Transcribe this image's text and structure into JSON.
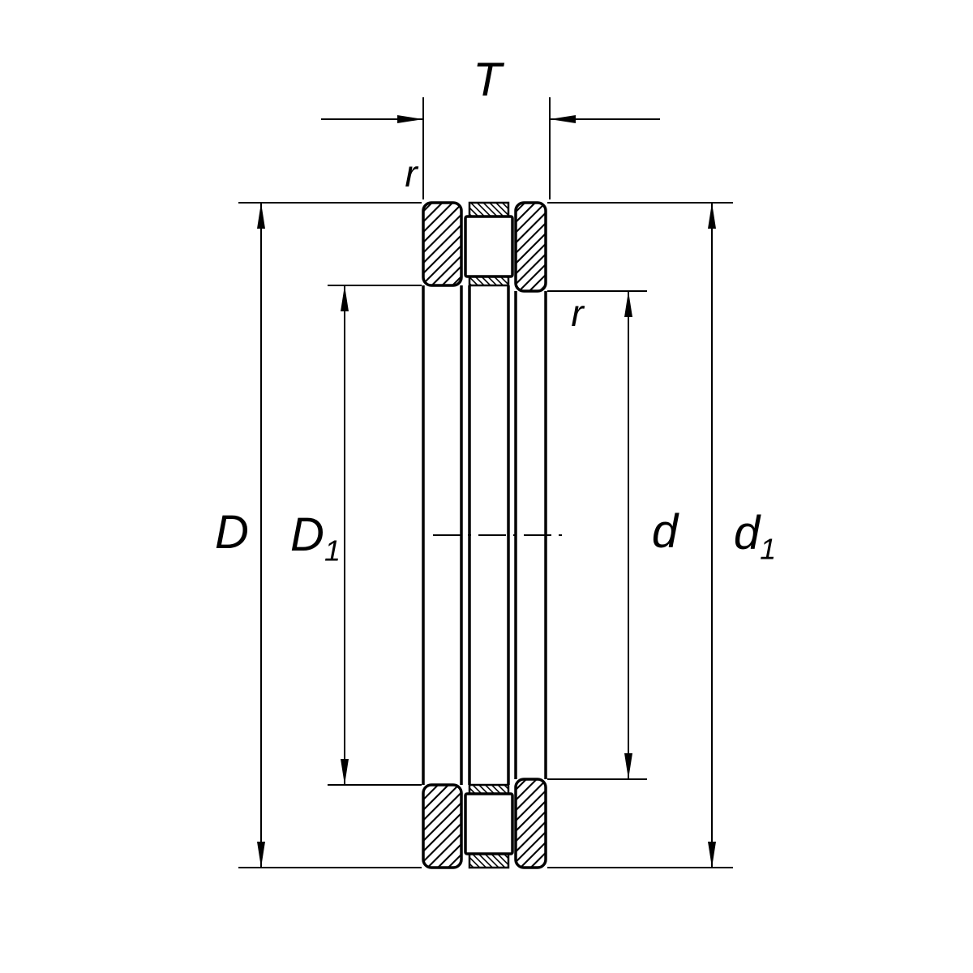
{
  "page": {
    "background": "#ffffff",
    "ink": "#000000",
    "kind": "thrust-bearing-cross-section-drawing"
  },
  "labels": {
    "T": "T",
    "r_top": "r",
    "r_inner": "r",
    "D": "D",
    "D1_base": "D",
    "D1_sub": "1",
    "d": "d",
    "d1_base": "d",
    "d1_sub": "1"
  }
}
